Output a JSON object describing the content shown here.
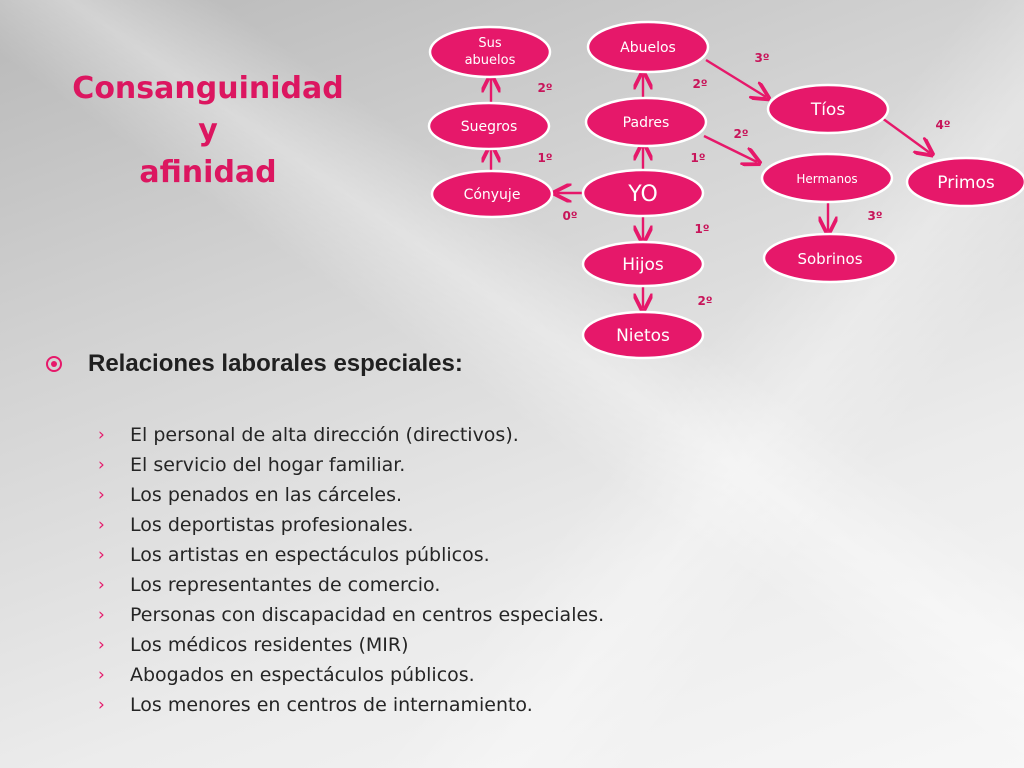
{
  "title": {
    "lines": [
      "Consanguinidad",
      "y",
      "afinidad"
    ]
  },
  "colors": {
    "accent": "#e6186a",
    "title": "#dc1660",
    "text": "#252525"
  },
  "diagram": {
    "nodes": {
      "sus_abuelos": {
        "lines": [
          "Sus",
          "abuelos"
        ]
      },
      "abuelos": {
        "label": "Abuelos"
      },
      "suegros": {
        "label": "Suegros"
      },
      "padres": {
        "label": "Padres"
      },
      "tios": {
        "label": "Tíos"
      },
      "conyuje": {
        "label": "Cónyuje"
      },
      "yo": {
        "label": "YO"
      },
      "hermanos": {
        "label": "Hermanos"
      },
      "primos": {
        "label": "Primos"
      },
      "hijos": {
        "label": "Hijos"
      },
      "sobrinos": {
        "label": "Sobrinos"
      },
      "nietos": {
        "label": "Nietos"
      }
    },
    "degrees": {
      "sus_abuelos": "2º",
      "abuelos": "2º",
      "tios": "3º",
      "primos": "4º",
      "suegros": "1º",
      "padres": "1º",
      "hermanos": "2º",
      "conyuje": "0º",
      "hijos": "1º",
      "sobrinos": "3º",
      "nietos": "2º"
    }
  },
  "section": {
    "title": "Relaciones laborales especiales:",
    "bullet_icon": "radio-bullet-icon",
    "item_icon": "chevron-right-icon",
    "items": [
      "El personal de alta dirección (directivos).",
      "El servicio del hogar familiar.",
      "Los penados en las cárceles.",
      "Los deportistas profesionales.",
      "Los artistas en espectáculos públicos.",
      "Los representantes de comercio.",
      "Personas con discapacidad en centros especiales.",
      "Los médicos residentes (MIR)",
      "Abogados en espectáculos públicos.",
      "Los menores en centros de internamiento."
    ]
  }
}
